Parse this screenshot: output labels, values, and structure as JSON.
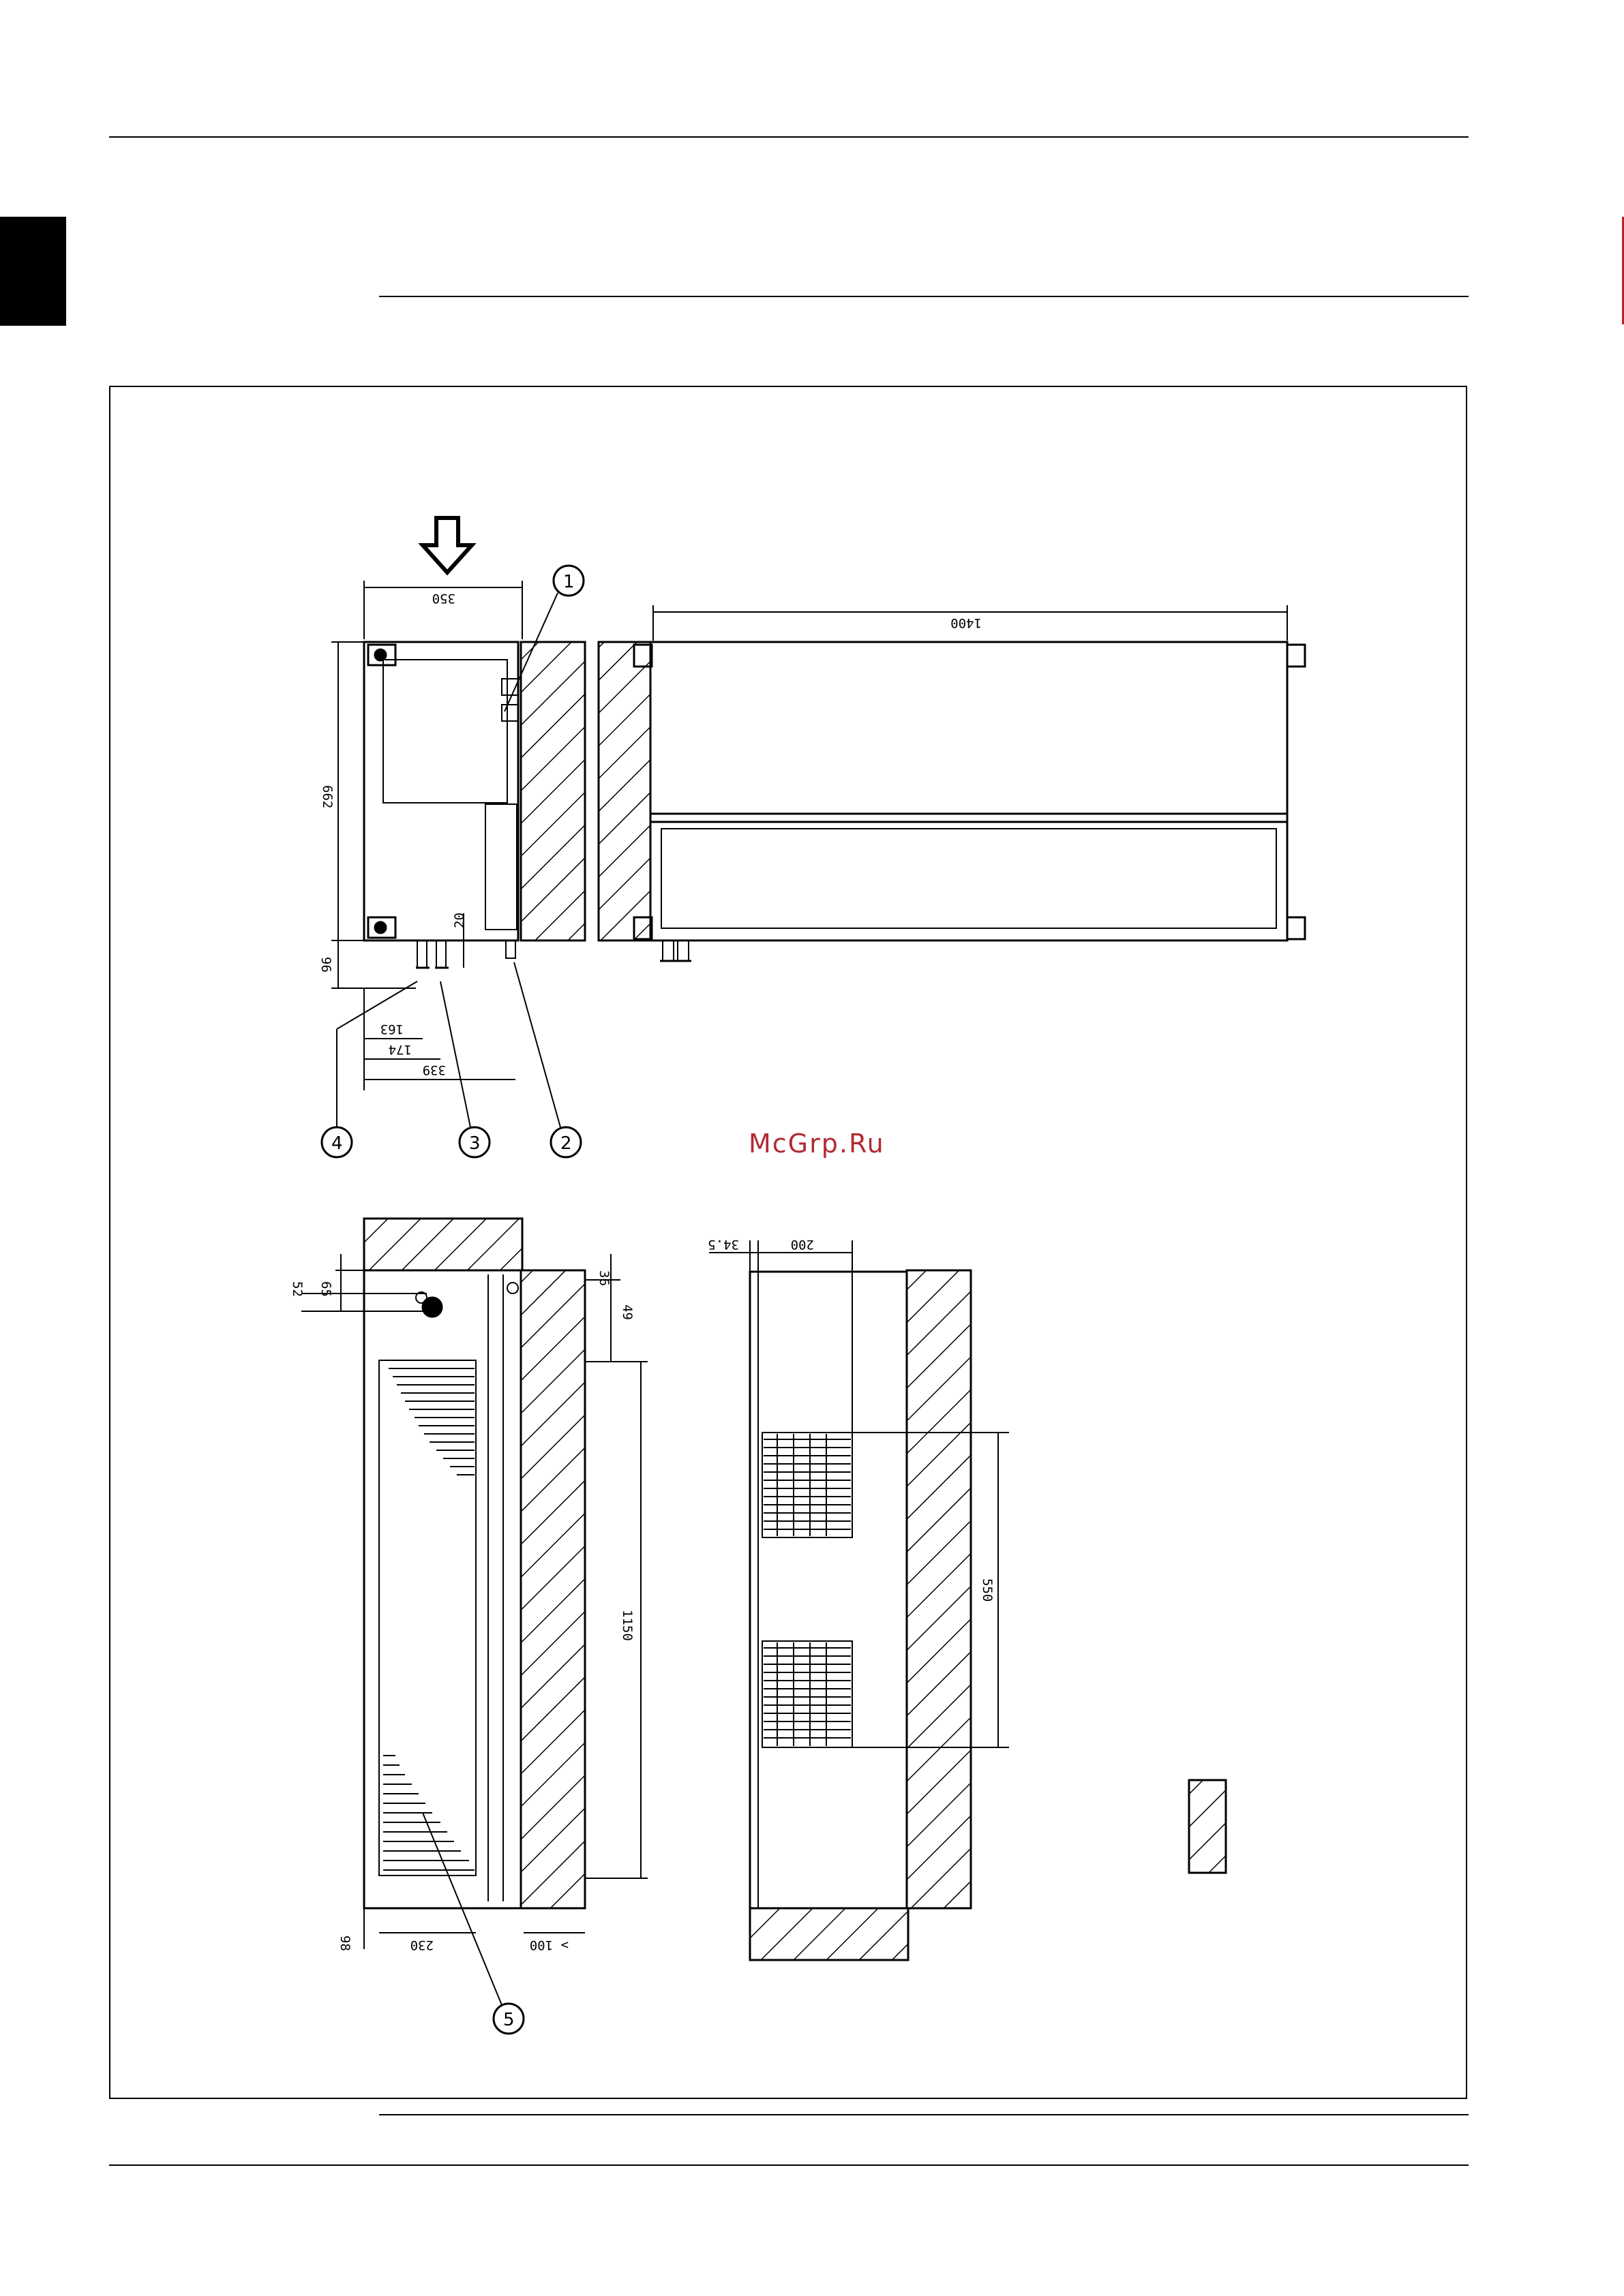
{
  "watermark": "McGrp.Ru",
  "callouts": [
    "1",
    "2",
    "3",
    "4",
    "5"
  ],
  "dimensions": {
    "top_width": "350",
    "top_length": "1400",
    "side_height": "662",
    "pipe_offset": "20",
    "base_height": "96",
    "pipe_a": "163",
    "pipe_b": "174",
    "pipe_c": "339",
    "front_offset_a": "52",
    "front_offset_b": "65",
    "front_top_right": "36",
    "front_right_b": "49",
    "front_height": "1150",
    "front_bottom_left": "98",
    "front_bottom_width": "230",
    "front_clearance": "> 100",
    "plan_left_offset": "34.5",
    "plan_grille_width": "200",
    "plan_grille_span": "550"
  }
}
